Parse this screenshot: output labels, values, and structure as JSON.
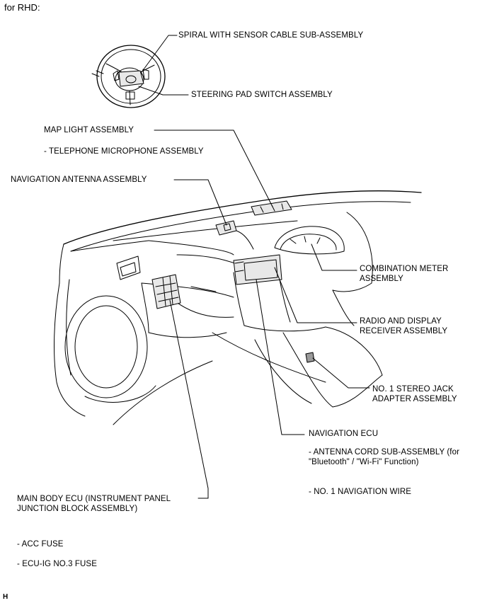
{
  "header": {
    "title": "for RHD:"
  },
  "labels": {
    "spiral": "SPIRAL WITH SENSOR CABLE SUB-ASSEMBLY",
    "steering_pad": "STEERING PAD SWITCH ASSEMBLY",
    "map_light": "MAP LIGHT ASSEMBLY",
    "telephone_mic": "- TELEPHONE MICROPHONE ASSEMBLY",
    "nav_antenna": "NAVIGATION ANTENNA ASSEMBLY",
    "combination_meter_1": "COMBINATION METER",
    "combination_meter_2": "ASSEMBLY",
    "radio_display_1": "RADIO AND DISPLAY",
    "radio_display_2": "RECEIVER ASSEMBLY",
    "stereo_jack_1": "NO. 1 STEREO JACK",
    "stereo_jack_2": "ADAPTER ASSEMBLY",
    "navigation_ecu": "NAVIGATION ECU",
    "antenna_cord_1": "- ANTENNA CORD SUB-ASSEMBLY (for",
    "antenna_cord_2": "\"Bluetooth\" / \"Wi-Fi\" Function)",
    "nav_wire": "- NO. 1 NAVIGATION WIRE",
    "main_body_ecu_1": "MAIN BODY ECU (INSTRUMENT PANEL",
    "main_body_ecu_2": "JUNCTION BLOCK ASSEMBLY)",
    "acc_fuse": "- ACC FUSE",
    "ecu_ig_fuse": "- ECU-IG NO.3 FUSE"
  },
  "footer": {
    "mark": "H"
  }
}
